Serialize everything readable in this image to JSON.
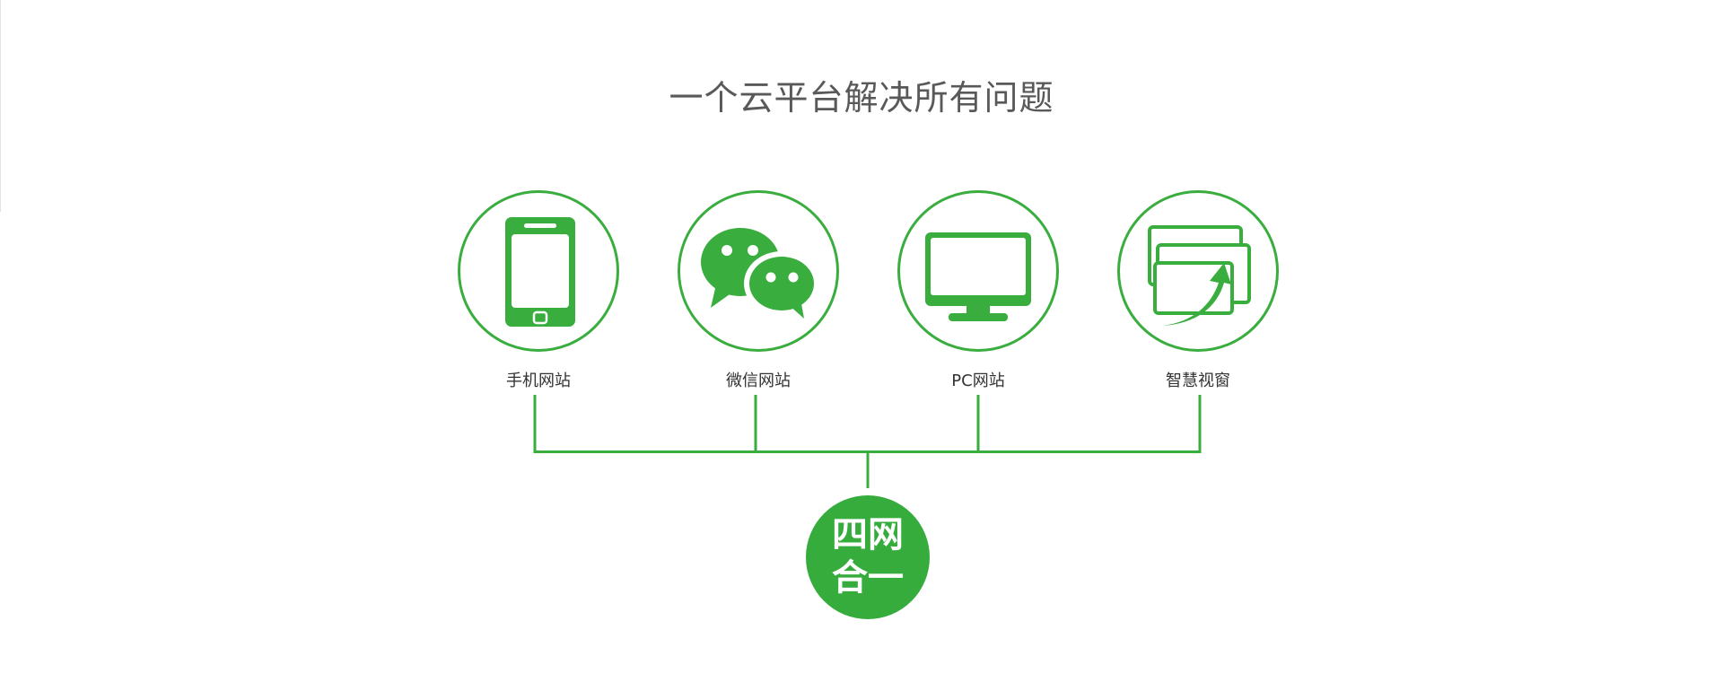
{
  "title": "一个云平台解决所有问题",
  "platforms": [
    {
      "label": "手机网站",
      "icon": "mobile-phone-icon"
    },
    {
      "label": "微信网站",
      "icon": "wechat-icon"
    },
    {
      "label": "PC网站",
      "icon": "monitor-icon"
    },
    {
      "label": "智慧视窗",
      "icon": "smart-window-icon"
    }
  ],
  "hub": {
    "line1": "四网",
    "line2": "合一"
  },
  "colors": {
    "accent": "#3aad3f",
    "hub": "#36ac3d",
    "title": "#595959",
    "label": "#333333"
  }
}
